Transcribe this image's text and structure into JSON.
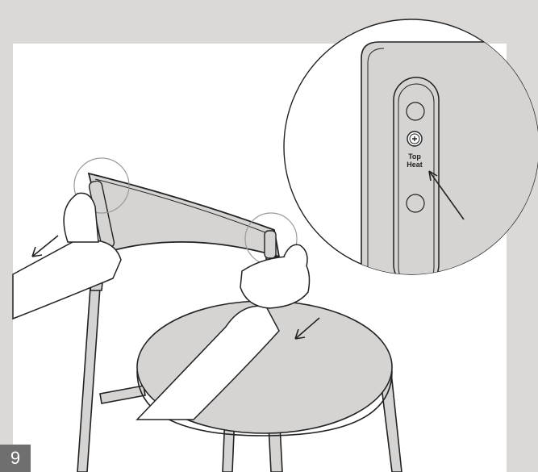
{
  "step": {
    "number": "9"
  },
  "zoom_callout": {
    "label_line1": "Top",
    "label_line2": "Heat"
  },
  "colors": {
    "page_bg": "#dcd8d5",
    "panel_bg": "#ffffff",
    "part_fill": "#d6d4d2",
    "line": "#222222",
    "badge": "#6f6f6f"
  },
  "icons": [
    "screw-icon",
    "direction-arrow-icon"
  ]
}
